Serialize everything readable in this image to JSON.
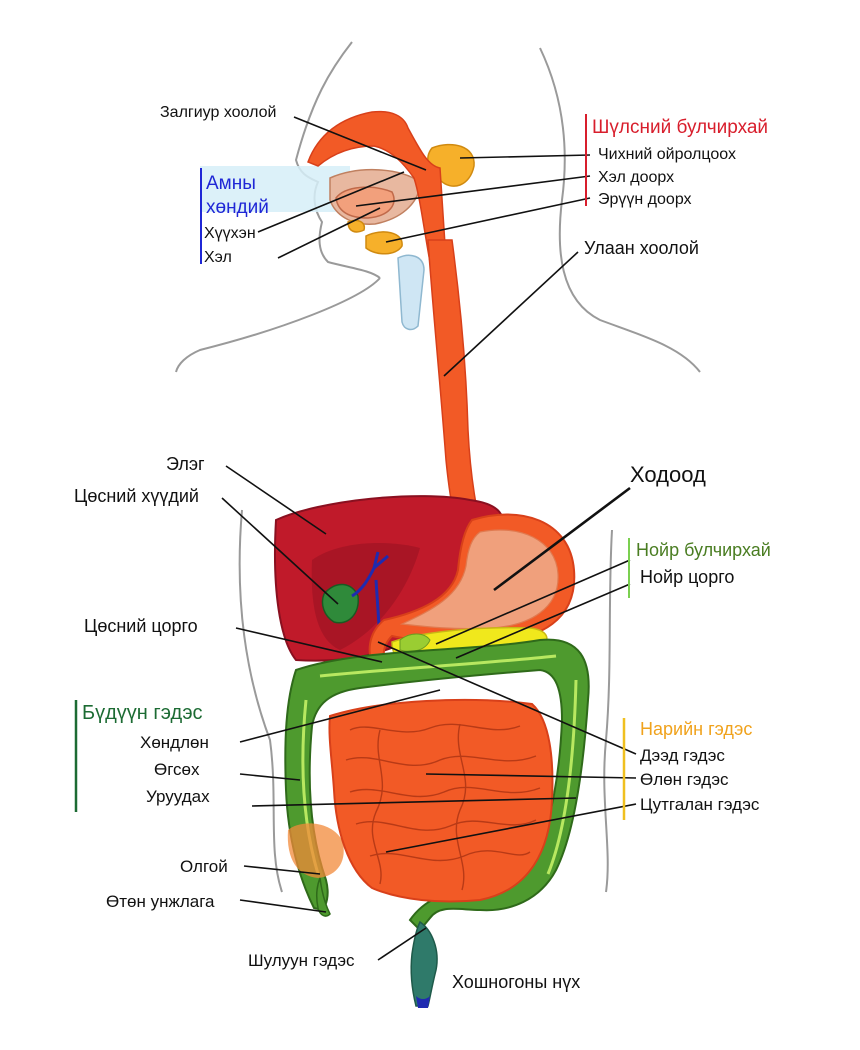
{
  "colors": {
    "salivary": "#d81e2c",
    "oral": "#1f27d6",
    "pancreas": "#4a7d22",
    "large_intestine": "#1c6b33",
    "small_intestine": "#f0a21c",
    "text": "#111111"
  },
  "labels": {
    "pharynx": "Залгиур хоолой",
    "salivary_title": "Шүлсний булчирхай",
    "parotid": "Чихний ойролцоох",
    "sublingual": "Хэл доорх",
    "submandibular": "Эрүүн доорх",
    "oral_title_1": "Амны",
    "oral_title_2": "хөндий",
    "palate": "Хүүхэн",
    "tongue": "Хэл",
    "esophagus": "Улаан хоолой",
    "liver": "Элэг",
    "gallbladder": "Цөсний хүүдий",
    "stomach": "Ходоод",
    "pancreas_title": "Нойр булчирхай",
    "pancreatic_duct": "Нойр цорго",
    "bile_duct": "Цөсний цорго",
    "large_title": "Бүдүүн гэдэс",
    "transverse": "Хөндлөн",
    "ascending": "Өгсөх",
    "descending": "Уруудах",
    "cecum": "Олгой",
    "appendix": "Өтөн унжлага",
    "rectum": "Шулуун гэдэс",
    "anus": "Хошногоны нүх",
    "small_title": "Нарийн гэдэс",
    "duodenum": "Дээд гэдэс",
    "jejunum": "Өлөн гэдэс",
    "ileum": "Цутгалан гэдэс"
  }
}
